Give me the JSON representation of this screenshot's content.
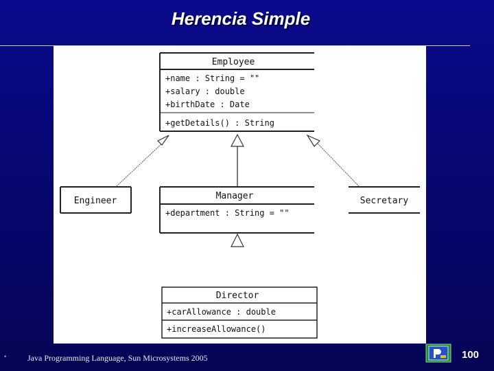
{
  "slide": {
    "title": "Herencia Simple",
    "footer": "Java Programming Language, Sun Microsystems 2005",
    "page_number": "100",
    "bullet": "•"
  },
  "diagram": {
    "employee": {
      "name": "Employee",
      "attributes": [
        "+name : String = \"\"",
        "+salary : double",
        "+birthDate : Date"
      ],
      "methods": [
        "+getDetails() : String"
      ]
    },
    "engineer": {
      "name": "Engineer"
    },
    "manager": {
      "name": "Manager",
      "attributes": [
        "+department : String = \"\""
      ]
    },
    "secretary": {
      "name": "Secretary"
    },
    "director": {
      "name": "Director",
      "attributes": [
        "+carAllowance : double"
      ],
      "methods": [
        "+increaseAllowance()"
      ]
    }
  },
  "colors": {
    "background": "#0a0a8c",
    "diagram_bg": "#ffffff",
    "title_text": "#ffffff"
  }
}
